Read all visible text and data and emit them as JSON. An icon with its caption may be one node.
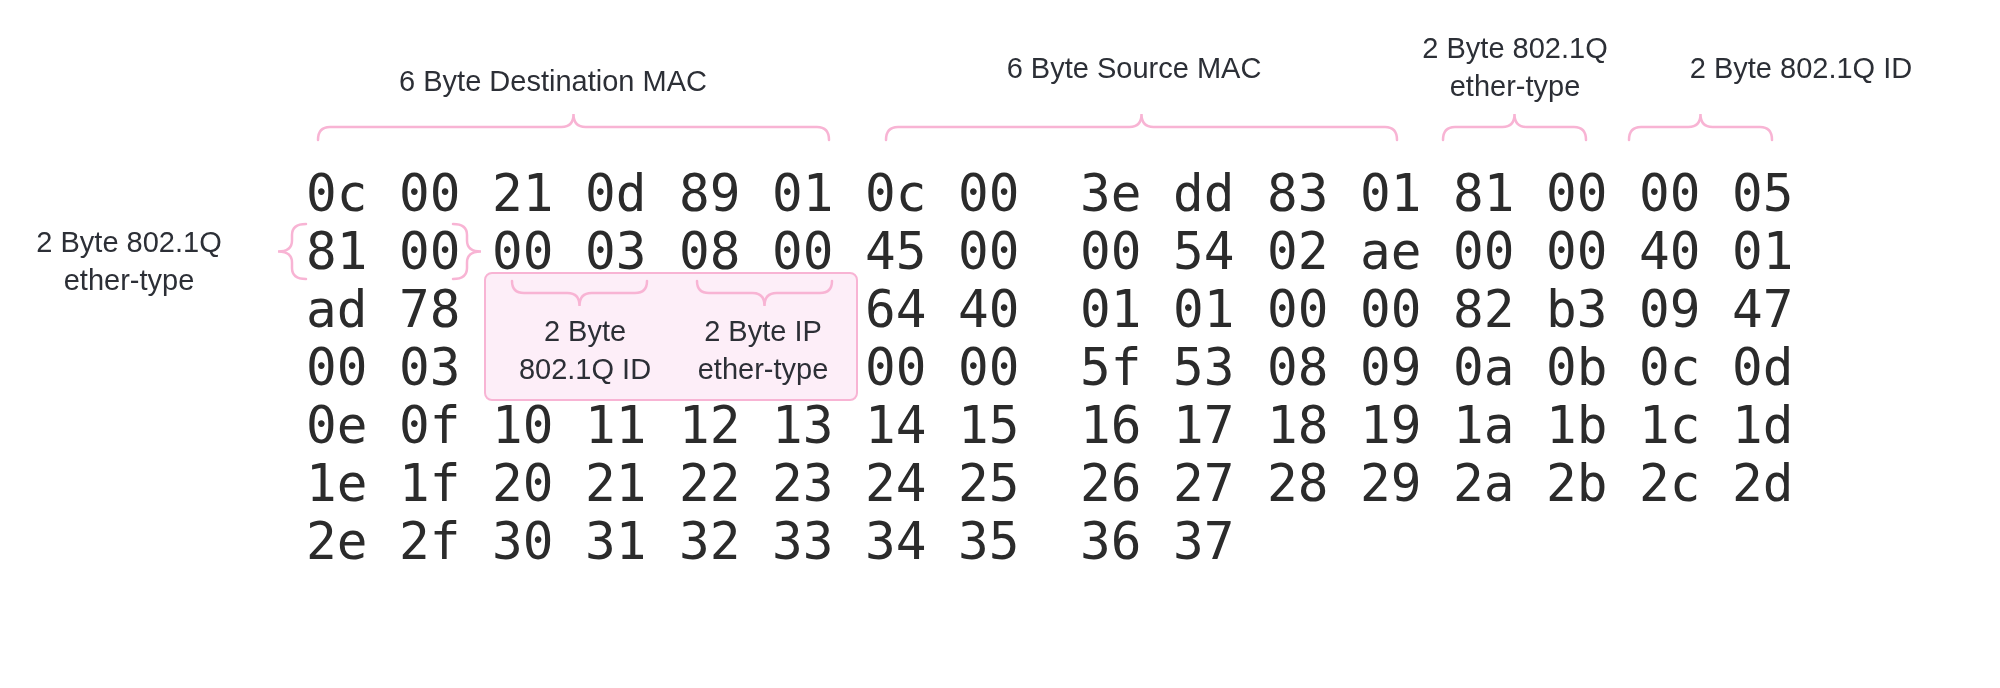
{
  "diagram": {
    "nodes": [
      {
        "text": [
          "2 Byte 802.1Q ID",
          "2 Byte IP ether-type"
        ]
      }
    ],
    "labels": [
      "6 Byte Destination MAC",
      "6 Byte Source MAC",
      "2 Byte 802.1Q ether-type",
      "2 Byte 802.1Q ID",
      "2 Byte 802.1Q ether-type",
      "0c",
      "00",
      "21",
      "0d",
      "89",
      "01",
      "0c",
      "00",
      "3e",
      "dd",
      "83",
      "01",
      "81",
      "00",
      "00",
      "05",
      "81",
      "00",
      "00",
      "03",
      "08",
      "00",
      "45",
      "00",
      "00",
      "54",
      "02",
      "ae",
      "00",
      "00",
      "40",
      "01",
      "ad",
      "78",
      "64",
      "40",
      "01",
      "01",
      "00",
      "00",
      "82",
      "b3",
      "09",
      "47",
      "00",
      "03",
      "00",
      "00",
      "5f",
      "53",
      "08",
      "09",
      "0a",
      "0b",
      "0c",
      "0d",
      "0e",
      "0f",
      "10",
      "11",
      "12",
      "13",
      "14",
      "15",
      "16",
      "17",
      "18",
      "19",
      "1a",
      "1b",
      "1c",
      "1d",
      "1e",
      "1f",
      "20",
      "21",
      "22",
      "23",
      "24",
      "25",
      "26",
      "27",
      "28",
      "29",
      "2a",
      "2b",
      "2c",
      "2d",
      "2e",
      "2f",
      "30",
      "31",
      "32",
      "33",
      "34",
      "35",
      "36",
      "37"
    ]
  }
}
